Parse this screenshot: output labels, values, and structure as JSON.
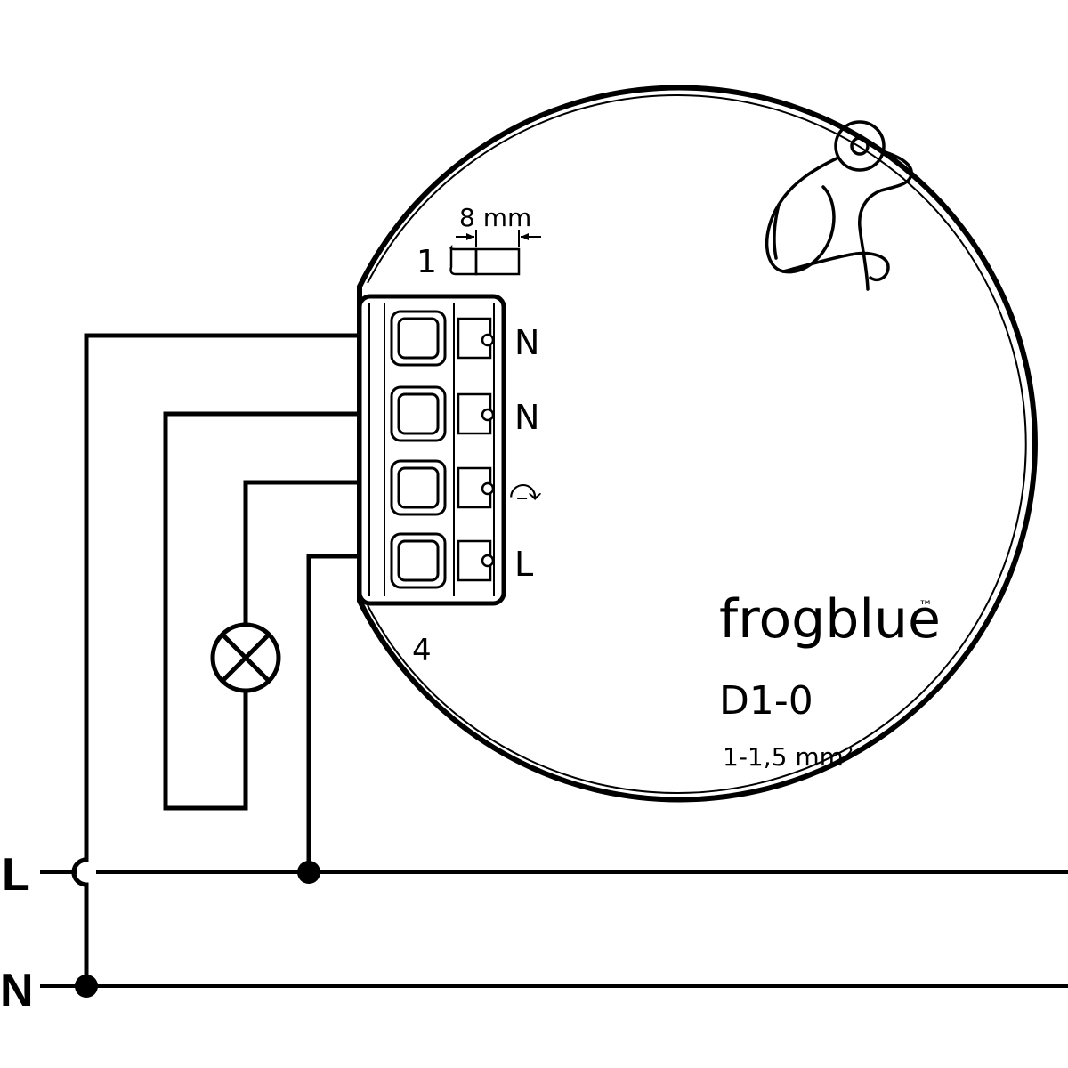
{
  "device": {
    "brand": "frogblue",
    "trademark": "™",
    "model": "D1-0",
    "wire_gauge": "1-1,5 mm²",
    "strip_length": "8 mm",
    "first_terminal_number": "1",
    "last_terminal_number": "4"
  },
  "terminals": [
    {
      "label": "N"
    },
    {
      "label": "N"
    },
    {
      "label": "⤼"
    },
    {
      "label": "L"
    }
  ],
  "bus_lines": [
    {
      "label": "L"
    },
    {
      "label": "N"
    }
  ],
  "icons": {
    "logo": "frog-logo-icon",
    "load": "lamp-icon"
  },
  "colors": {
    "line": "#000000",
    "background": "#ffffff"
  }
}
